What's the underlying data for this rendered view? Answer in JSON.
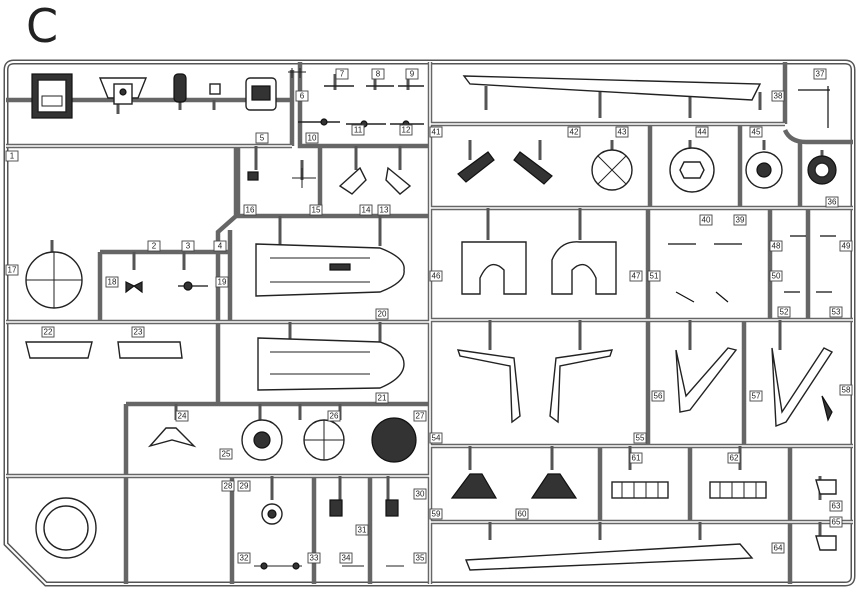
{
  "sprue": {
    "letter": "C"
  },
  "part_labels": [
    "1",
    "2",
    "3",
    "4",
    "5",
    "6",
    "7",
    "8",
    "9",
    "10",
    "11",
    "12",
    "13",
    "14",
    "15",
    "16",
    "17",
    "18",
    "19",
    "20",
    "21",
    "22",
    "23",
    "24",
    "25",
    "26",
    "27",
    "28",
    "29",
    "30",
    "31",
    "32",
    "33",
    "34",
    "35",
    "36",
    "37",
    "38",
    "39",
    "40",
    "41",
    "42",
    "43",
    "44",
    "45",
    "46",
    "47",
    "48",
    "49",
    "50",
    "51",
    "52",
    "53",
    "54",
    "55",
    "56",
    "57",
    "58",
    "59",
    "60",
    "61",
    "62",
    "63",
    "64",
    "65"
  ],
  "colors": {
    "sprue_frame": "#555555",
    "part_outline": "#222222",
    "background": "#ffffff"
  }
}
